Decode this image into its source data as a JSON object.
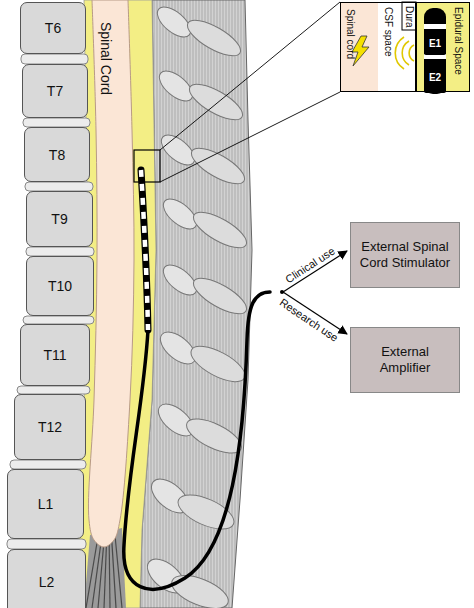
{
  "diagram": {
    "nodes": [
      {
        "text": [
          "T6"
        ]
      },
      {
        "text": [
          "T7"
        ]
      },
      {
        "text": [
          "T8"
        ]
      },
      {
        "text": [
          "T9"
        ]
      },
      {
        "text": [
          "T10"
        ]
      },
      {
        "text": [
          "T11"
        ]
      },
      {
        "text": [
          "T12"
        ]
      },
      {
        "text": [
          "L1"
        ]
      },
      {
        "text": [
          "L2"
        ]
      },
      {
        "text": [
          "Spinal Cord"
        ]
      },
      {
        "text": [
          "Spinal cord",
          "CSF space",
          "Dura",
          "Epidural Space"
        ]
      },
      {
        "text": [
          "E1"
        ],
        "in": 10
      },
      {
        "text": [
          "E2"
        ],
        "in": 10
      },
      {
        "text": [
          "External Spinal Cord Stimulator"
        ]
      },
      {
        "text": [
          "External Amplifier"
        ]
      }
    ],
    "labels": [
      "Clinical use",
      "Research use"
    ]
  }
}
